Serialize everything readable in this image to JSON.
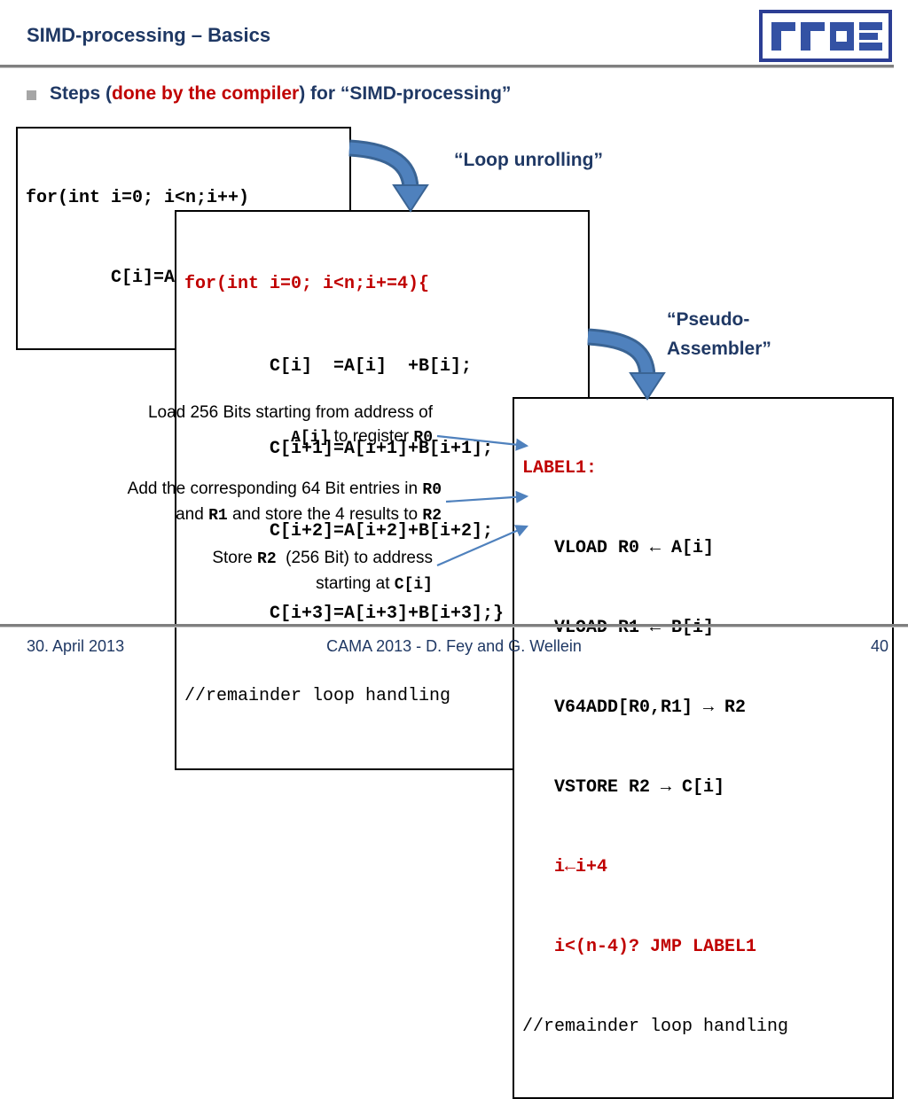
{
  "colors": {
    "navy": "#1F3864",
    "red": "#C00000",
    "arrow_blue": "#4F81BD",
    "arrow_border": "#3A6494",
    "logo_blue": "#3452A4"
  },
  "header": {
    "title": "SIMD-processing – Basics"
  },
  "bullet": {
    "prefix": "Steps (",
    "highlight": "done by the compiler",
    "suffix": ") for “SIMD-processing”"
  },
  "labels": {
    "loop_unrolling": "“Loop unrolling”",
    "pseudo_line1": "“Pseudo-",
    "pseudo_line2": "Assembler”"
  },
  "scalar_code": {
    "line1": "for(int i=0; i<n;i++)",
    "line2": "        C[i]=A[i]+B[i];"
  },
  "unrolled_code": {
    "header_line": "for(int i=0; i<n;i+=4){",
    "body": [
      "        C[i]  =A[i]  +B[i];",
      "        C[i+1]=A[i+1]+B[i+1];",
      "        C[i+2]=A[i+2]+B[i+2];",
      "        C[i+3]=A[i+3]+B[i+3];}"
    ],
    "comment": "//remainder loop handling"
  },
  "assembler_code": {
    "label_line": "LABEL1:",
    "instr1": "   VLOAD R0 ← A[i]",
    "instr2": "   VLOAD R1 ← B[i]",
    "instr3": "   V64ADD[R0,R1] → R2",
    "instr4": "   VSTORE R2 → C[i]",
    "increment": "   i←i+4",
    "branch": "   i<(n-4)? JMP LABEL1",
    "comment": "//remainder loop handling"
  },
  "annotations": {
    "a1": {
      "l1": "Load 256 Bits starting from address of",
      "l2a": "A[i]",
      "l2b": " to register ",
      "l2c": "R0"
    },
    "a2": {
      "l1a": "Add the corresponding 64 Bit entries in ",
      "l1b": "R0",
      "l2a": "and ",
      "l2b": "R1",
      "l2c": " and store the 4 results to ",
      "l2d": "R2"
    },
    "a3": {
      "l1a": "Store ",
      "l1b": "R2",
      "l1c": "  (256 Bit) to address",
      "l2a": "starting at ",
      "l2b": "C[i]"
    }
  },
  "footer": {
    "date": "30. April 2013",
    "center": "CAMA 2013 - D. Fey and G. Wellein",
    "page": "40"
  }
}
